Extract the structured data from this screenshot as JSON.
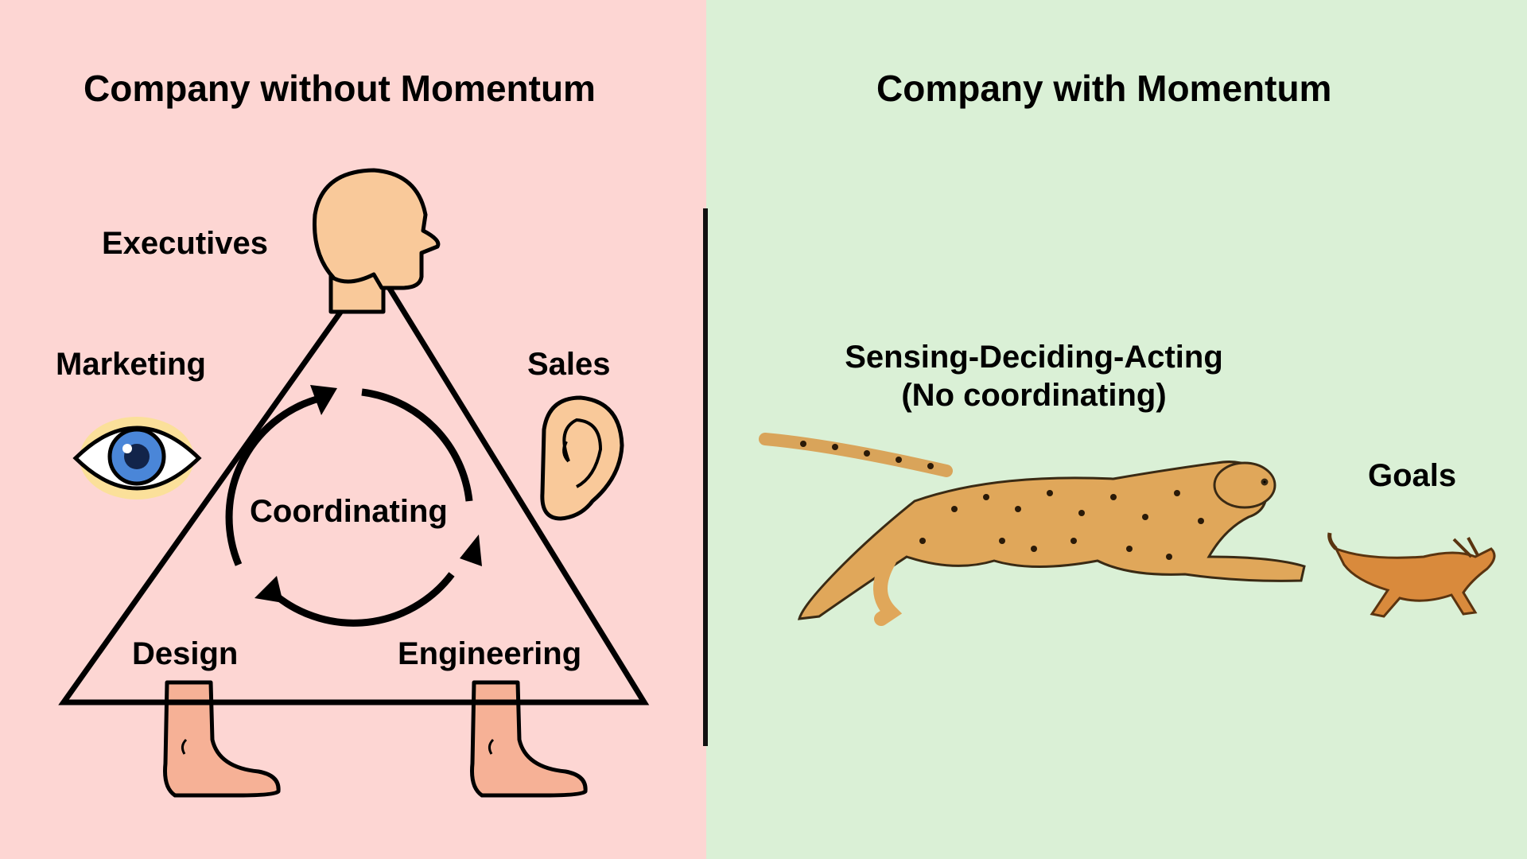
{
  "left": {
    "title": "Company without Momentum",
    "labels": {
      "executives": "Executives",
      "marketing": "Marketing",
      "sales": "Sales",
      "design": "Design",
      "engineering": "Engineering",
      "center": "Coordinating"
    },
    "icons": [
      "head-icon",
      "eye-icon",
      "ear-icon",
      "foot-icon",
      "cycle-arrows-icon"
    ]
  },
  "right": {
    "title": "Company with Momentum",
    "process_line1": "Sensing-Deciding-Acting",
    "process_line2": "(No coordinating)",
    "goals": "Goals",
    "icons": [
      "cheetah-icon",
      "gazelle-icon"
    ]
  },
  "colors": {
    "left_bg": "#fdd6d3",
    "right_bg": "#daf0d6",
    "skin": "#f9c99a",
    "foot": "#f6b196",
    "eye_iris": "#4a86d8",
    "cheetah": "#e0a75a",
    "gazelle": "#d98a3c"
  }
}
